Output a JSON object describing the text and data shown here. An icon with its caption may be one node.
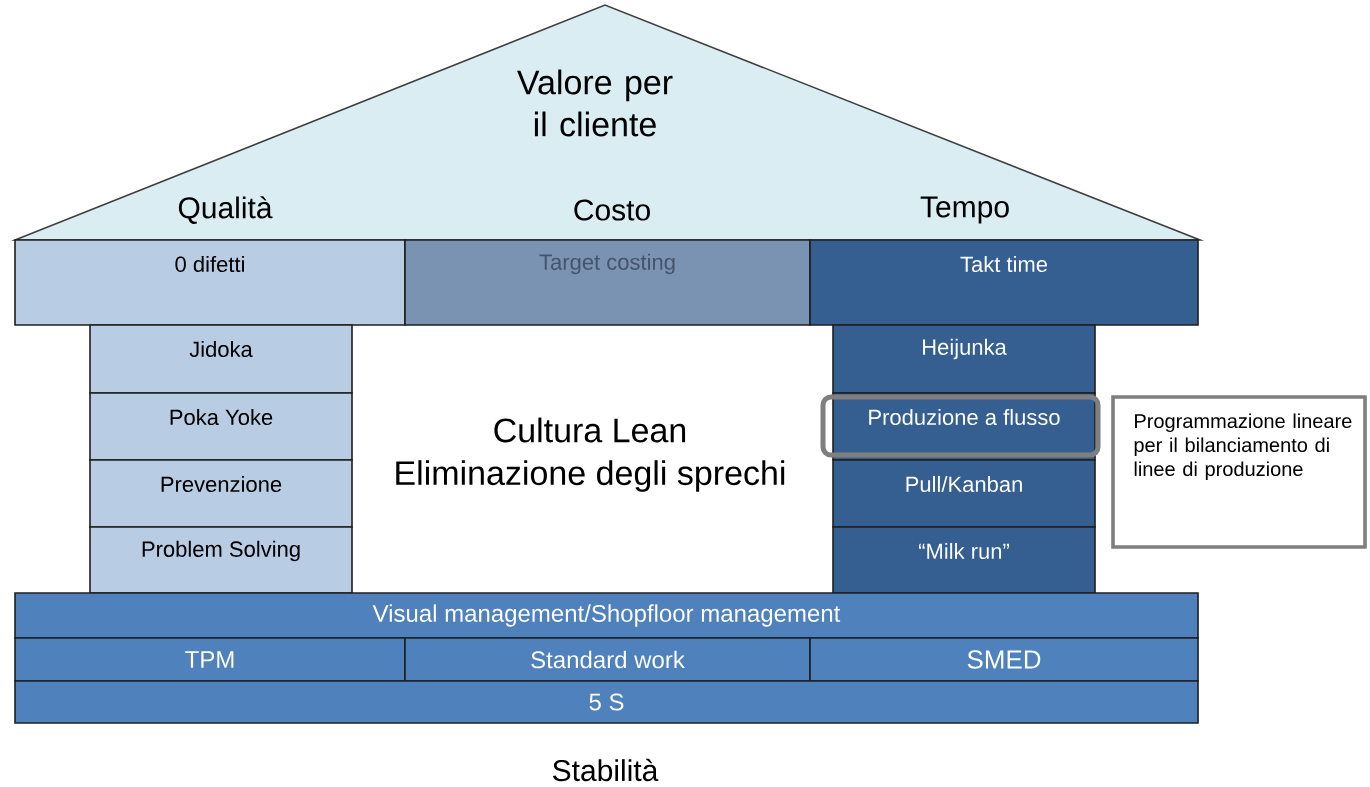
{
  "diagram": {
    "nodes": [
      {
        "text": [
          "Valore per il cliente",
          "Qualità",
          "Costo",
          "Tempo"
        ]
      },
      {
        "text": [
          "0 difetti"
        ]
      },
      {
        "text": [
          "Target costing"
        ]
      },
      {
        "text": [
          "Takt time"
        ]
      },
      {
        "text": [
          "Jidoka"
        ]
      },
      {
        "text": [
          "Poka Yoke"
        ]
      },
      {
        "text": [
          "Prevenzione"
        ]
      },
      {
        "text": [
          "Problem Solving"
        ]
      },
      {
        "text": [
          "Heijunka"
        ]
      },
      {
        "text": [
          "Produzione a flusso"
        ]
      },
      {
        "text": [
          "Pull/Kanban"
        ]
      },
      {
        "text": [
          "“Milk run”"
        ]
      },
      {
        "text": [
          "Programmazione lineare per il bilanciamento di linee di produzione"
        ]
      },
      {
        "text": [
          "Visual management/Shopfloor management"
        ]
      },
      {
        "text": [
          "TPM"
        ]
      },
      {
        "text": [
          "Standard work"
        ]
      },
      {
        "text": [
          "SMED"
        ]
      },
      {
        "text": [
          "5 S"
        ]
      }
    ],
    "labels": [
      "Cultura Lean",
      "Eliminazione degli sprechi",
      "Stabilità"
    ]
  }
}
